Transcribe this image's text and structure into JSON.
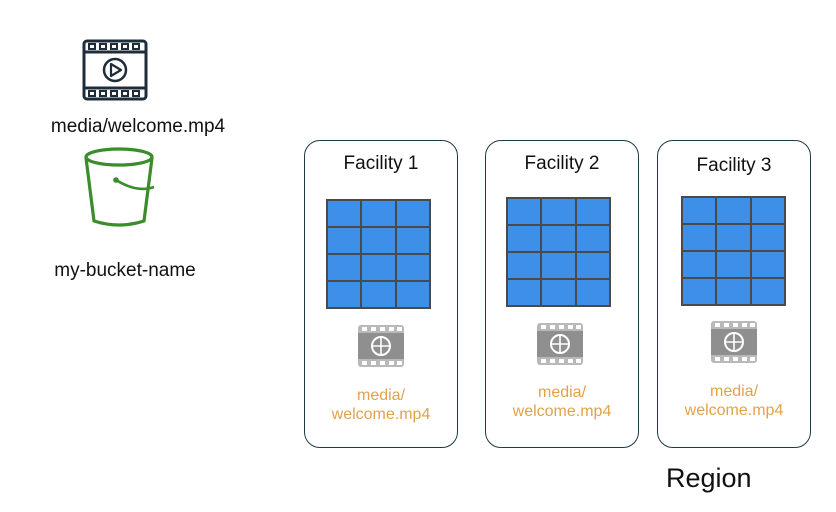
{
  "object": {
    "name": "media/welcome.mp4",
    "icon": "video-file-icon"
  },
  "bucket": {
    "name": "my-bucket-name",
    "icon": "bucket-icon",
    "color": "#3b8c2a"
  },
  "facilities": [
    {
      "title": "Facility 1",
      "object_line1": "media/",
      "object_line2": "welcome.mp4"
    },
    {
      "title": "Facility 2",
      "object_line1": "media/",
      "object_line2": "welcome.mp4"
    },
    {
      "title": "Facility 3",
      "object_line1": "media/",
      "object_line2": "welcome.mp4"
    }
  ],
  "region": {
    "label": "Region"
  },
  "colors": {
    "grid_cell": "#3d8fe8",
    "object_text": "#e2a24a",
    "box_border": "#1e3a45"
  }
}
